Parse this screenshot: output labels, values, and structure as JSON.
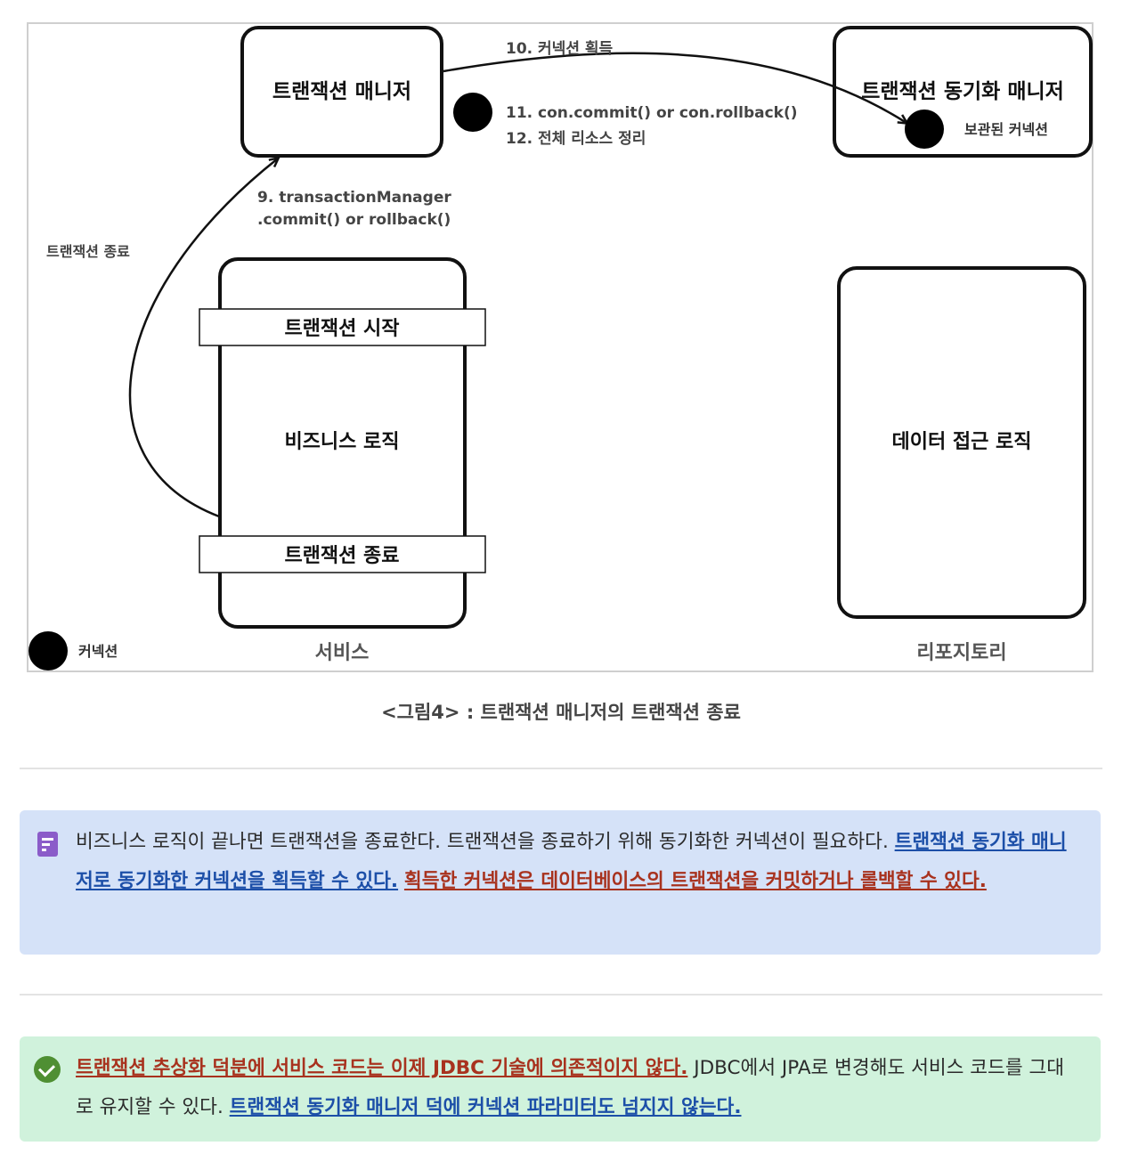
{
  "diagram": {
    "transaction_manager": "트랜잭션 매니저",
    "sync_manager": "트랜잭션 동기화 매니저",
    "stored_connection": "보관된 커넥션",
    "step10": "10. 커넥션 획득",
    "step11": "11. con.commit() or con.rollback()",
    "step12": "12. 전체 리소스 정리",
    "step9_line1": "9. transactionManager",
    "step9_line2": ".commit() or rollback()",
    "tx_end_side": "트랜잭션 종료",
    "tx_start": "트랜잭션 시작",
    "business_logic": "비즈니스 로직",
    "tx_end": "트랜잭션 종료",
    "data_access_logic": "데이터 접근 로직",
    "connection_legend": "커넥션",
    "service": "서비스",
    "repository": "리포지토리"
  },
  "caption": "<그림4> : 트랜잭션 매니저의 트랜잭션 종료",
  "info_callout": {
    "icon": "note-icon",
    "plain": "비즈니스 로직이 끝나면 트랜잭션을 종료한다. 트랜잭션을 종료하기 위해 동기화한 커넥션이 필요하다. ",
    "blue": "트랜잭션 동기화 매니저로 동기화한 커넥션을 획득할 수 있다.",
    "red": "획득한 커넥션은 데이터베이스의 트랜잭션을 커밋하거나 롤백할 수 있다."
  },
  "ok_callout": {
    "icon": "check-icon",
    "red": "트랜잭션 추상화 덕분에 서비스 코드는 이제 JDBC 기술에 의존적이지 않다.",
    "plain": " JDBC에서 JPA로 변경해도 서비스 코드를 그대로 유지할 수 있다. ",
    "blue": "트랜잭션 동기화 매니저 덕에 커넥션 파라미터도 넘지지 않는다."
  },
  "colors": {
    "info_bg": "#d5e2f8",
    "ok_bg": "#d0f2dc",
    "link_blue": "#1c4fa8",
    "link_red": "#a8321e"
  }
}
